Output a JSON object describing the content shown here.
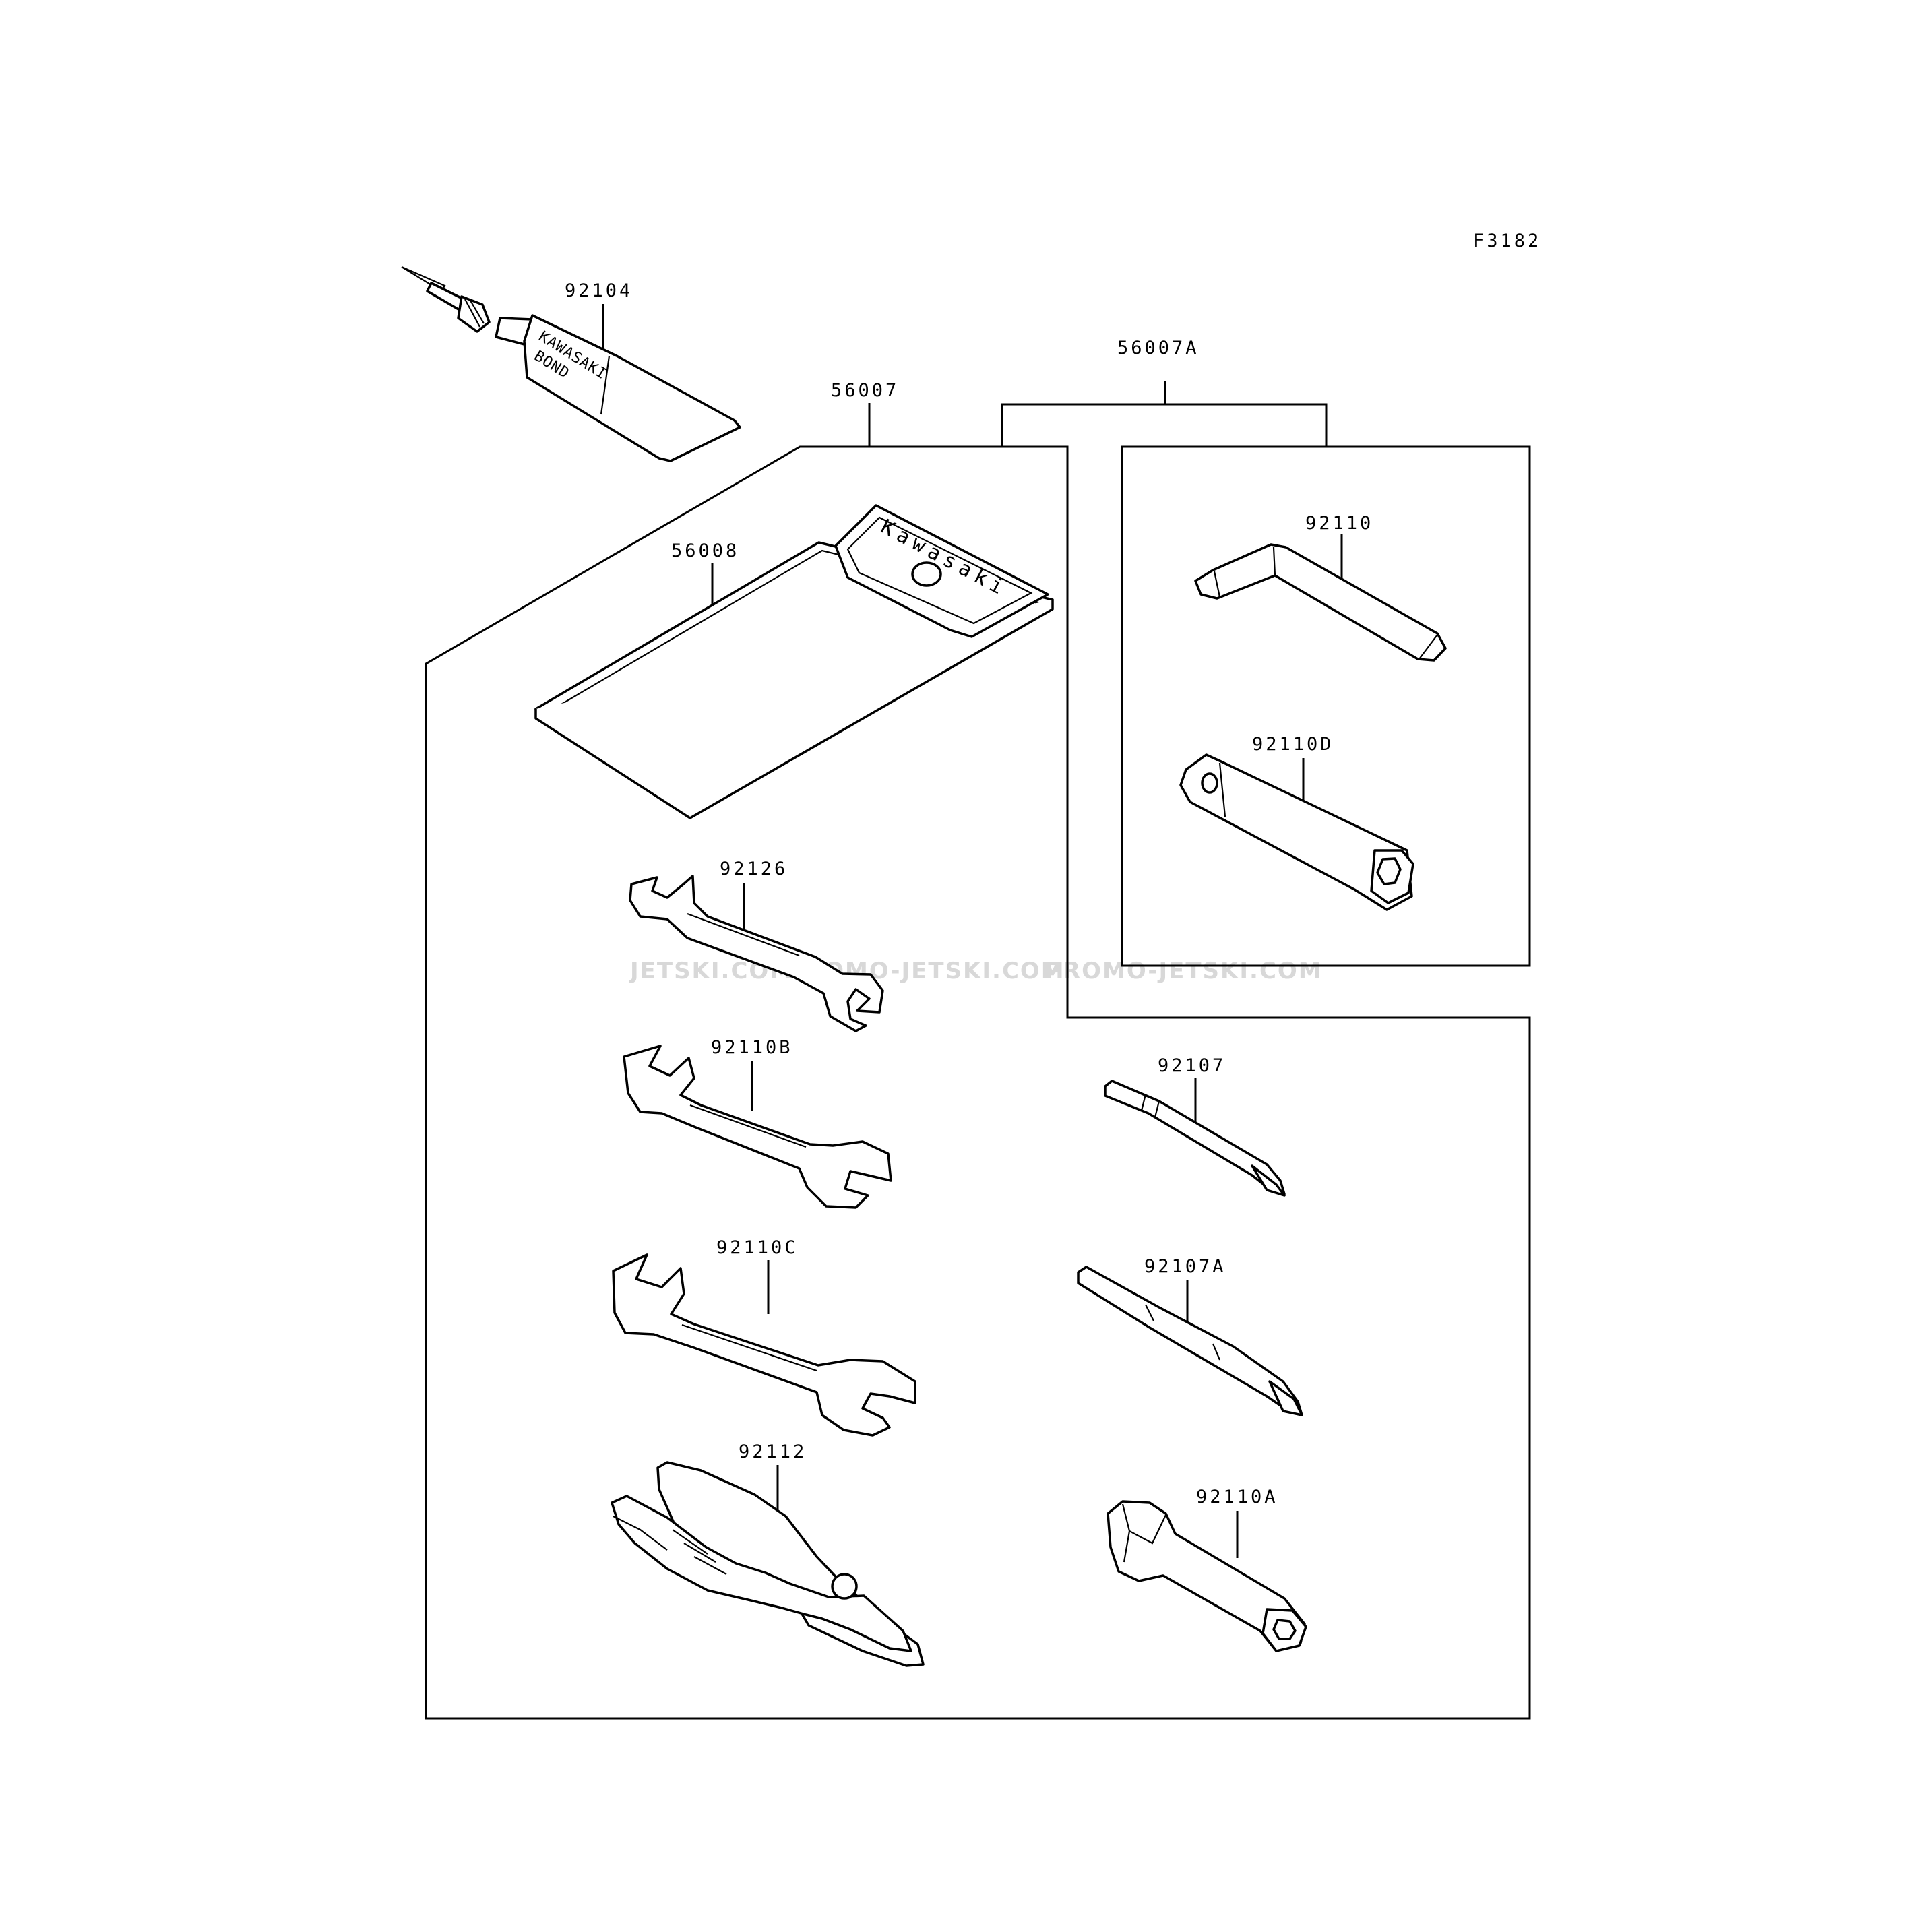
{
  "figure_code": "F3182",
  "parts": {
    "p56007A": "56007A",
    "p56007": "56007",
    "p92104": "92104",
    "p56008": "56008",
    "p92110": "92110",
    "p92110D": "92110D",
    "p92126": "92126",
    "p92110B": "92110B",
    "p92110C": "92110C",
    "p92112": "92112",
    "p92107": "92107",
    "p92107A": "92107A",
    "p92110A": "92110A"
  },
  "imprints": {
    "tube_text_1": "KAWASAKI",
    "tube_text_2": "BOND",
    "pouch_text": "Kawasaki"
  },
  "watermark": {
    "text_1": "JETSKI.COM",
    "text_2": "PROMO-JETSKI.COM",
    "text_3": "PROMO-JETSKI.COM"
  }
}
